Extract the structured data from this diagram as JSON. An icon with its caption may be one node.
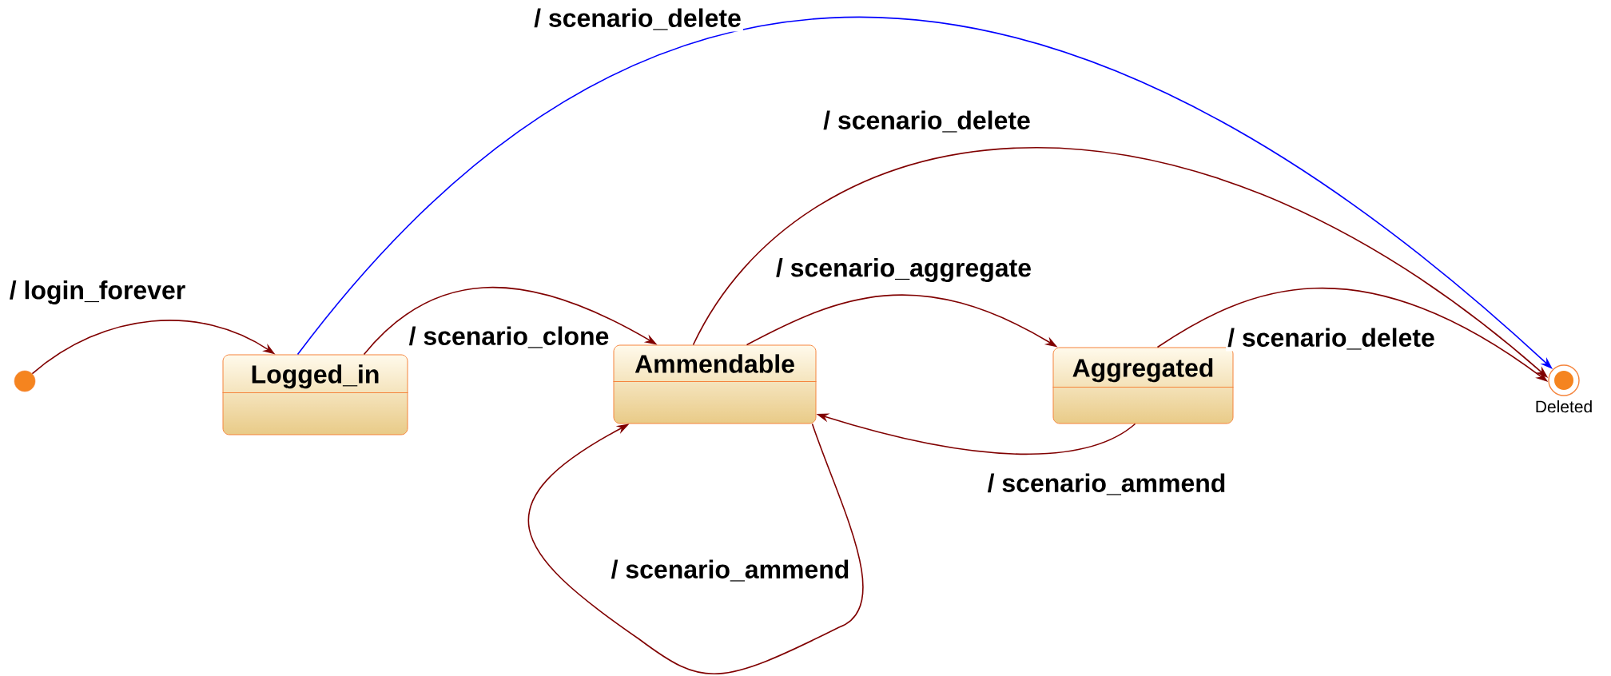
{
  "diagram": {
    "nodes": [
      {
        "text": [],
        "shape": "circle"
      },
      {
        "text": [
          "Logged_in"
        ]
      },
      {
        "text": [
          "Ammendable"
        ]
      },
      {
        "text": [
          "Aggregated"
        ]
      },
      {
        "text": [],
        "shape": "bullseye",
        "beside": [
          "Deleted"
        ]
      }
    ],
    "edges": [
      {
        "from": 0,
        "to": 1,
        "arrow": "to",
        "label": "/ login_forever"
      },
      {
        "from": 1,
        "to": 4,
        "arrow": "to",
        "label": "/ scenario_delete",
        "color": "#0000ff"
      },
      {
        "from": 1,
        "to": 2,
        "arrow": "to",
        "label": "/ scenario_clone"
      },
      {
        "from": 2,
        "to": 4,
        "arrow": "to",
        "label": "/ scenario_delete"
      },
      {
        "from": 2,
        "to": 3,
        "arrow": "to",
        "label": "/ scenario_aggregate"
      },
      {
        "from": 3,
        "to": 4,
        "arrow": "to",
        "label": "/ scenario_delete"
      },
      {
        "from": 3,
        "to": 2,
        "arrow": "to",
        "label": "/ scenario_ammend"
      },
      {
        "from": 2,
        "to": 2,
        "arrow": "to",
        "label": "/ scenario_ammend"
      }
    ]
  }
}
